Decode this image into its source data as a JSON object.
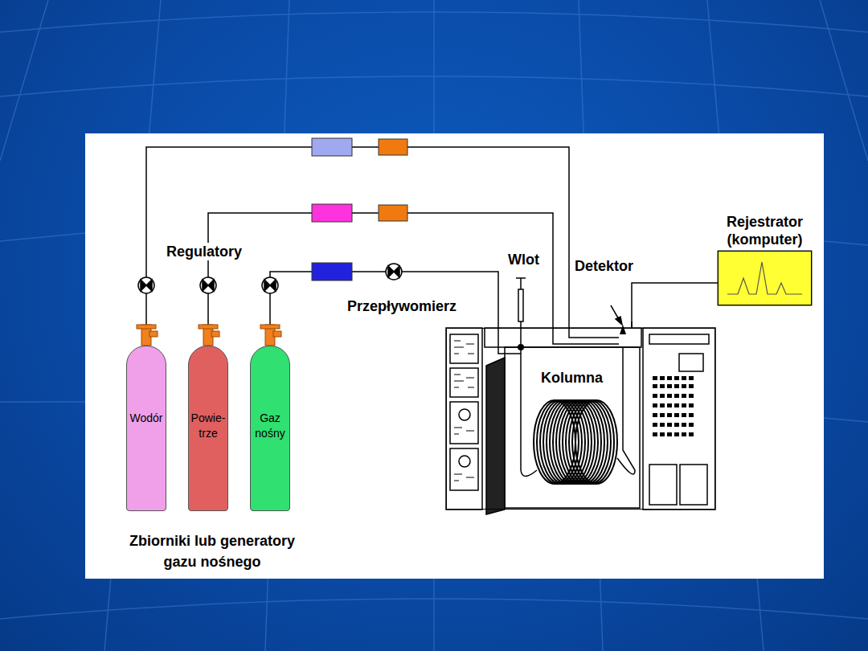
{
  "diagram": {
    "nodes": [
      {
        "text": [
          "Wodór"
        ]
      },
      {
        "text": [
          "Powie- trze"
        ]
      },
      {
        "text": [
          "Gaz nośny"
        ]
      },
      {
        "text": [
          "Kolumna"
        ]
      },
      {
        "text": [
          "Rejestrator (komputer)"
        ]
      }
    ],
    "edges": [
      {
        "from": 0,
        "to": 3,
        "arrow": "none"
      },
      {
        "from": 1,
        "to": 3,
        "arrow": "none"
      },
      {
        "from": 2,
        "to": 3,
        "arrow": "none"
      },
      {
        "from": 3,
        "to": 4,
        "arrow": "none"
      }
    ],
    "labels": [
      "Regulatory",
      "Przepływomierz",
      "Wlot",
      "Detektor",
      "Zbiorniki lub generatory gazu nośnego"
    ]
  }
}
